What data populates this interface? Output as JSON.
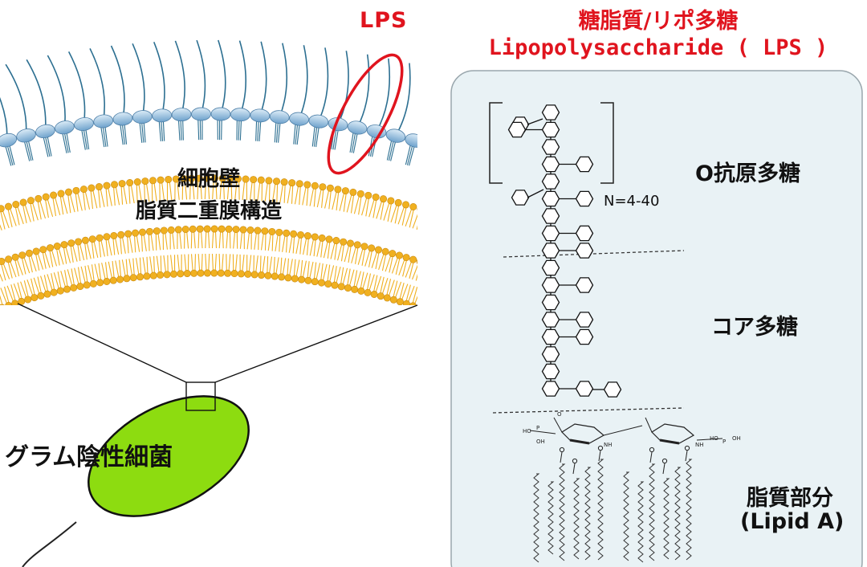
{
  "lps_label": "LPS",
  "title_jp": "糖脂質/リポ多糖",
  "title_en": "Lipopolysaccharide ( LPS )",
  "cell_wall_line1": "細胞壁",
  "cell_wall_line2": "脂質二重膜構造",
  "bacteria_label": "グラム陰性細菌",
  "o_antigen_label": "O抗原多糖",
  "repeat_label": "N=4-40",
  "core_label": "コア多糖",
  "lipid_label_line1": "脂質部分",
  "lipid_label_line2": "(Lipid A)",
  "chem_labels": {
    "ho": "HO",
    "p": "P",
    "oh": "OH",
    "o": "O",
    "nh": "NH"
  },
  "colors": {
    "red": "#e0141e",
    "lipid_yellow": "#f0b020",
    "head_blue": "#7fb1d8",
    "tail_blue": "#2c6f91",
    "bacteria_green": "#8ddc10",
    "panel_bg": "#e9f2f5"
  }
}
